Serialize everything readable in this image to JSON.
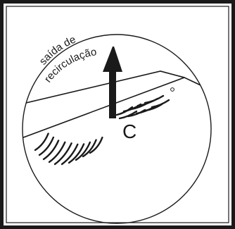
{
  "diagram": {
    "curved_label": "saída de recirculação",
    "label_line_1": "saída de",
    "label_line_2": "recirculação",
    "marker": "C",
    "ink_color": "#1a1a1a",
    "background_color": "#ffffff"
  }
}
